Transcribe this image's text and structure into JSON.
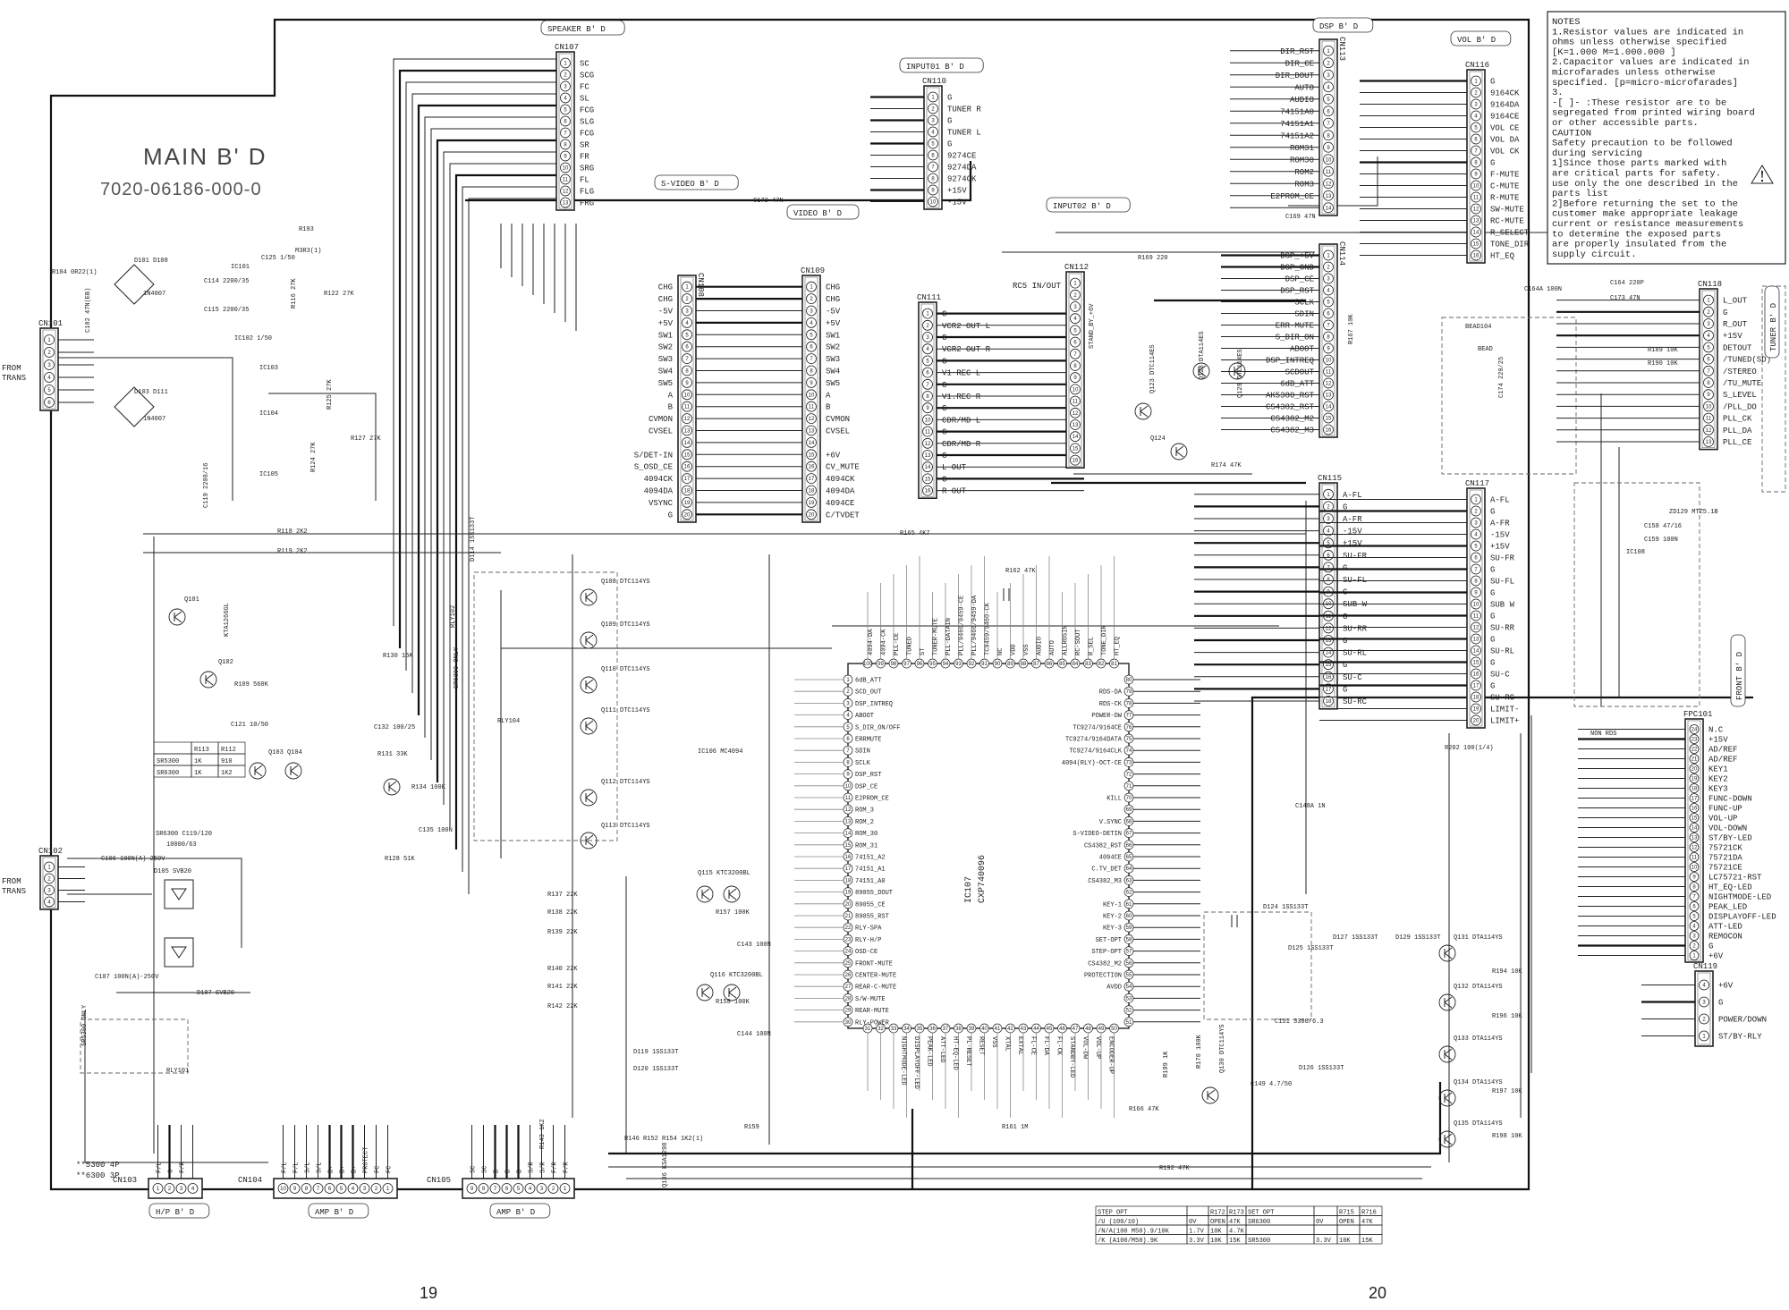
{
  "title": {
    "board": "MAIN B' D",
    "part_no": "7020-06186-000-0"
  },
  "from_trans": [
    "FROM",
    "TRANS"
  ],
  "notes": {
    "lines": [
      "NOTES",
      "1.Resistor values are indicated in",
      "  ohms unless otherwise specified",
      "     [K=1.000   M=1.000.000 ]",
      "2.Capacitor values are indicated in",
      "  microfarades unless otherwise",
      "  specified.   [p=micro-microfarades]",
      "3.",
      "  -[ ]-  :These resistor are to be",
      " segregated from printed wiring board",
      " or other accessible parts.",
      " CAUTION",
      "Safety precaution to be followed",
      "during servicing",
      "1]Since those parts marked with",
      "  are critical parts for safety.",
      "  use only the one described in the",
      "  parts list",
      "2]Before returning the set to the",
      "  customer make appropriate leakage",
      "  current or resistance measurements",
      "  to determine the exposed parts",
      "  are properly insulated from the",
      "  supply circuit."
    ]
  },
  "boards": {
    "speaker": "SPEAKER B' D",
    "input01": "INPUT01 B' D",
    "svideo": "S-VIDEO B' D",
    "video": "VIDEO B' D",
    "input02": "INPUT02 B' D",
    "dsp": "DSP B' D",
    "vol": "VOL B' D",
    "tuner": "TUNER B' D",
    "front": "FRONT B' D",
    "hp": "H/P B' D",
    "amp1": "AMP B' D",
    "amp2": "AMP B' D",
    "rc5": "RC5 IN/OUT"
  },
  "connectors": {
    "CN107": {
      "name": "CN107",
      "pins": [
        "SC",
        "SCG",
        "FC",
        "SL",
        "FCG",
        "SLG",
        "FCG",
        "SR",
        "FR",
        "SRG",
        "FL",
        "FLG",
        "FRG"
      ]
    },
    "CN110": {
      "name": "CN110",
      "pins": [
        "G",
        "TUNER R",
        "G",
        "TUNER L",
        "G",
        "9274CE",
        "9274DA",
        "9274CK",
        "+15V",
        "-15V"
      ]
    },
    "CN113": {
      "name": "CN113",
      "pins": [
        "DIR_RST",
        "DIR_CE",
        "DIR_DOUT",
        "AUTO",
        "AUDIO",
        "74151A0",
        "74151A1",
        "74151A2",
        "ROM31",
        "ROM30",
        "ROM2",
        "ROM3",
        "E2PROM_CE",
        ""
      ]
    },
    "CN116": {
      "name": "CN116",
      "pins": [
        "G",
        "9164CK",
        "9164DA",
        "9164CE",
        "VOL CE",
        "VOL DA",
        "VOL CK",
        "G",
        "F-MUTE",
        "C-MUTE",
        "R-MUTE",
        "SW-MUTE",
        "RC-MUTE",
        "R_SELECT",
        "TONE_DIR",
        "HT_EQ"
      ]
    },
    "CN114": {
      "name": "CN114",
      "pins": [
        "DSP_+5V",
        "DSP_GND",
        "DSP_CE",
        "DSP_RST",
        "SCLK",
        "SDIN",
        "ERR-MUTE",
        "S_DIR_ON",
        "ABOOT",
        "DSP_INTREQ",
        "SCDOUT",
        "6dB_ATT",
        "AK5380_RST",
        "CS4382_RST",
        "CS4382_M2",
        "CS4382_M3"
      ]
    },
    "CN118": {
      "name": "CN118",
      "pins": [
        "L_OUT",
        "G",
        "R_OUT",
        "+15V",
        "DETOUT",
        "/TUNED(SD)",
        "/STEREO",
        "/TU_MUTE",
        "S_LEVEL",
        "/PLL_DO",
        "PLL_CK",
        "PLL_DA",
        "PLL_CE"
      ]
    },
    "CN108": {
      "name": "CN108",
      "pins": [
        "CHG",
        "CHG",
        "-5V",
        "+5V",
        "SW1",
        "SW2",
        "SW3",
        "SW4",
        "SW5",
        "A",
        "B",
        "CVMON",
        "CVSEL",
        "",
        "S/DET-IN",
        "S_OSD_CE",
        "4094CK",
        "4094DA",
        "VSYNC",
        "G"
      ]
    },
    "CN109": {
      "name": "CN109",
      "pins": [
        "CHG",
        "CHG",
        "-5V",
        "+5V",
        "SW1",
        "SW2",
        "SW3",
        "SW4",
        "SW5",
        "A",
        "B",
        "CVMON",
        "CVSEL",
        "",
        "+6V",
        "CV_MUTE",
        "4094CK",
        "4094DA",
        "4094CE",
        "C/TVDET"
      ]
    },
    "CN111": {
      "name": "CN111",
      "pins": [
        "G",
        "VCR2 OUT L",
        "G",
        "VCR2 OUT R",
        "G",
        "V1 REC L",
        "G",
        "V1.REC R",
        "G",
        "CDR/MD L",
        "G",
        "CDR/MD R",
        "G",
        "L OUT",
        "G",
        "R OUT"
      ]
    },
    "CN112": {
      "name": "CN112",
      "pins": [
        "",
        "",
        "",
        "",
        "",
        "",
        "",
        "",
        "",
        "",
        "",
        "",
        "",
        "",
        "",
        ""
      ]
    },
    "CN115": {
      "name": "CN115",
      "pins": [
        "A-FL",
        "G",
        "A-FR",
        "-15V",
        "+15V",
        "SU-FR",
        "G",
        "SU-FL",
        "G",
        "SUB W",
        "G",
        "SU-RR",
        "G",
        "SU-RL",
        "G",
        "SU-C",
        "G",
        "SU-RC"
      ]
    },
    "CN117": {
      "name": "CN117",
      "pins": [
        "A-FL",
        "G",
        "A-FR",
        "-15V",
        "+15V",
        "SU-FR",
        "G",
        "SU-FL",
        "G",
        "SUB W",
        "G",
        "SU-RR",
        "G",
        "SU-RL",
        "G",
        "SU-C",
        "G",
        "SU-RC",
        "LIMIT-",
        "LIMIT+"
      ]
    },
    "FPC101": {
      "name": "FPC101",
      "pins": [
        "N.C",
        "+15V",
        "AD/REF",
        "AD/REF",
        "KEY1",
        "KEY2",
        "KEY3",
        "FUNC-DOWN",
        "FUNC-UP",
        "VOL-UP",
        "VOL-DOWN",
        "ST/BY-LED",
        "75721CK",
        "75721DA",
        "75721CE",
        "LC75721-RST",
        "HT_EQ-LED",
        "NIGHTMODE-LED",
        "PEAK_LED",
        "DISPLAYOFF-LED",
        "ATT-LED",
        "REMOCON",
        "G",
        "+6V"
      ]
    },
    "CN119": {
      "name": "CN119",
      "pins": [
        "+6V",
        "G",
        "POWER/DOWN",
        "ST/BY-RLY"
      ]
    },
    "CN101": {
      "name": "CN101",
      "pins": [
        "",
        "",
        "",
        "",
        "",
        ""
      ]
    },
    "CN102": {
      "name": "CN102",
      "pins": [
        "",
        "",
        "",
        ""
      ]
    },
    "CN103": {
      "name": "CN103",
      "pins": [
        "F/L",
        "G",
        "F/R",
        ""
      ]
    },
    "CN104": {
      "name": "CN104",
      "pins": [
        "F/L",
        "F/L",
        "S/L",
        "S/L",
        "B+",
        "B+",
        "B+",
        "PROTECT",
        "FC",
        "FC"
      ]
    },
    "CN105": {
      "name": "CN105",
      "pins": [
        "SC",
        "SC",
        "B-",
        "B-",
        "B-",
        "S/R",
        "S/R",
        "F/R",
        "F/R"
      ]
    }
  },
  "ic107": {
    "name": "IC107",
    "part": "CXP740096",
    "left": [
      "6dB_ATT",
      "SCD_OUT",
      "DSP_INTREQ",
      "ABOOT",
      "S_DIR_ON/OFF",
      "ERRMUTE",
      "SDIN",
      "SCLK",
      "DSP_RST",
      "DSP_CE",
      "E2PROM_CE",
      "ROM_3",
      "ROM_2",
      "ROM_30",
      "ROM_31",
      "74151_A2",
      "74151_A1",
      "74151_A0",
      "89055_DOUT",
      "89055_CE",
      "89055_RST",
      "RLY-SPA",
      "RLY-H/P",
      "OSD-CE",
      "FRONT-MUTE",
      "CENTER-MUTE",
      "REAR-C-MUTE",
      "S/W-MUTE",
      "REAR-MUTE",
      "RLY-POWER"
    ],
    "bottom": [
      "",
      "",
      "",
      "NIGHTMODE-LED",
      "DISPLAYOFF-LED",
      "PEAK-LED",
      "ATT-LED",
      "HT-EQ-LED",
      "PL-RESET",
      "RESET",
      "VSS",
      "XTAL",
      "EXTAL",
      "FL-CE",
      "FL-DA",
      "FL-CK",
      "STANDBY-LED",
      "VOL-DW",
      "VOL-UP",
      "ENCODER-UP"
    ],
    "right": [
      "",
      "RDS-DA",
      "RDS-CK",
      "POWER-DW",
      "TC9274/9164CE",
      "TC9274/9164DATA",
      "TC9274/9164CLK",
      "4094(RLY)-OCT-CE",
      "",
      "",
      "KILL",
      "",
      "V.SYNC",
      "S-VIDEO-DETIN",
      "CS4382_RST",
      "4094CE",
      "C.TV_DET",
      "CS4382_M3",
      "",
      "KEY-1",
      "KEY-2",
      "KEY-3",
      "SET-OPT",
      "STEP-OPT",
      "CS4382_M2",
      "PROTECTION",
      "AVDD",
      "",
      "",
      ""
    ],
    "top": [
      "4094-DA",
      "4094-CK",
      "PLL-CE",
      "TUNED",
      "ST",
      "TUNER-MUTE",
      "PLL-DATAIN",
      "PLL/9460/9459-CE",
      "PLL/9460/9459-DA",
      "TC9459/9460-CK",
      "NC",
      "VDD",
      "VSS",
      "AUDIO",
      "AUTO",
      "ALLROSIN",
      "RC-SOUT",
      "R_SEL",
      "TONE_DIR",
      "HT_EQ"
    ]
  },
  "components": [
    "R193",
    "M3R3(1)",
    "D101 D108",
    "1N4007",
    "C114 2200/35",
    "C115 2200/35",
    "IC101",
    "C125 1/50",
    "IC102 1/50",
    "R116 27K",
    "R122 27K",
    "R104 0R22(1)",
    "C102 47N(EB)",
    "D103 D111",
    "1N4007",
    "IC103",
    "IC104",
    "IC105",
    "R125 27K",
    "R127 27K",
    "R124 27K",
    "C119 2200/16",
    "R118 2K2",
    "R119 2K2",
    "Q101",
    "KTA1266GL",
    "Q102",
    "R109 560K",
    "C121 10/50",
    "R130 15K",
    "C132 100/25",
    "R131 33K",
    "Q103 Q104",
    "R134 100K",
    "C135 100N",
    "R128 51K",
    "SR6300 C119/120",
    "10000/63",
    "C106 100N(A)-250V",
    "D105 SVB20",
    "D107 SVB20",
    "C107 100N(A)-250V",
    "RLY101",
    "RLY102",
    "RLY104",
    "D114 1SS133T",
    "Q108 DTC114YS",
    "Q109 DTC114YS",
    "Q110 DTC114YS",
    "Q111 DTC114YS",
    "Q112 DTC114YS",
    "Q113 DTC114YS",
    "IC106 MC4094",
    "C172 47N",
    "R169 220",
    "R162 47K",
    "R165 4K7",
    "C148A 1N",
    "IC107",
    "CXP740096",
    "Q115 KTC3200BL",
    "R157 100K",
    "C143 100N",
    "Q116 KTC3200BL",
    "R158 100K",
    "C144 100N",
    "D119 1SS133T",
    "D120 1SS133T",
    "R137 22K",
    "R138 22K",
    "R139 22K",
    "R140 22K",
    "R141 22K",
    "R142 22K",
    "D124 1SS133T",
    "D125 1SS133T",
    "D127 1SS133T",
    "D129 1SS133T",
    "C151 3300/6.3",
    "Q130 DTC114YS",
    "C149 4.7/50",
    "D126 1SS133T",
    "R166 47K",
    "R192 47K",
    "Q131 DTA114YS",
    "Q132 DTA114YS",
    "Q133 DTA114YS",
    "Q134 DTA114YS",
    "Q135 DTA114YS",
    "R194 10K",
    "R196 10K",
    "R197 10K",
    "R198 10K",
    "IC108",
    "ZD129 MTZ5.1B",
    "C158 47/16",
    "C159 100N",
    "NON RDS",
    "R202 100(1/4)",
    "BEAD104",
    "BEAD",
    "C174 220/25",
    "R189 10K",
    "R190 10K",
    "R167 10K",
    "C164A 100N",
    "C164 220P",
    "C173 47N",
    "C169 47N",
    "STAND_BY_+6V",
    "Q123 DTC114ES",
    "Q124",
    "Q128 DTA114ES",
    "Q129 DTC114ES",
    "R174 47K",
    "SR6300 ONLY",
    "SR5300 ONLY",
    "R146 R152 R154 1K2(1)",
    "Q136 KSA1298",
    "R159",
    "R143 1K2",
    "R199 1K",
    "R170 100K",
    "R161 1M"
  ],
  "resistor_table": {
    "rows": [
      [
        "",
        "R113",
        "R112"
      ],
      [
        "SR5300",
        "1K",
        "910"
      ],
      [
        "SR6300",
        "1K",
        "1K2"
      ]
    ]
  },
  "model_notes": [
    "**5300 4P",
    "**6300 3P"
  ],
  "step_table": {
    "headers": [
      "STEP OPT",
      "",
      "R172",
      "R173",
      "SET OPT",
      "",
      "R715",
      "R716"
    ],
    "rows": [
      [
        "/U  (100/10)",
        "0V",
        "OPEN",
        "47K",
        "SR6300",
        "0V",
        "OPEN",
        "47K"
      ],
      [
        "/N/A(100 M50).9/10K",
        "1.7V",
        "10K",
        "4.7K",
        "",
        "",
        "",
        ""
      ],
      [
        "/K  (A100/M50).9K",
        "3.3V",
        "10K",
        "15K",
        "SR5300",
        "3.3V",
        "10K",
        "15K"
      ]
    ]
  },
  "page_numbers": [
    "19",
    "20"
  ]
}
